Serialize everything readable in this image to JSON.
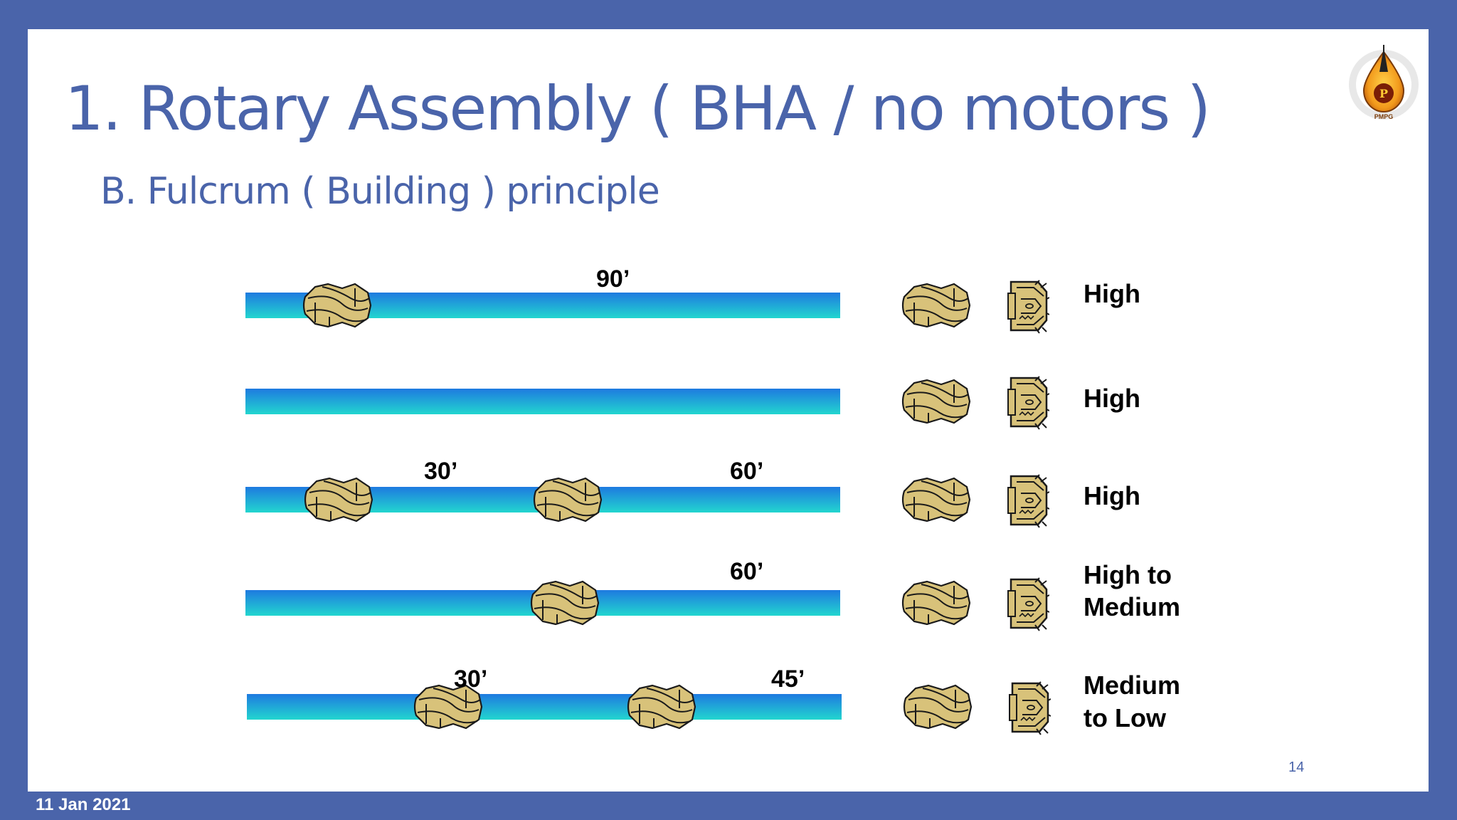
{
  "slide": {
    "title": "1. Rotary Assembly ( BHA / no motors )",
    "subtitle": "B.  Fulcrum ( Building ) principle",
    "page_number": "14",
    "footer_date": "11 Jan 2021"
  },
  "logo": {
    "icon": "oil-drop-logo-icon",
    "text": "PMPG"
  },
  "colors": {
    "background": "#4a64aa",
    "text": "#4a64aa",
    "pipe_top": "#1e7ae0",
    "pipe_bottom": "#22d6cf",
    "stabilizer": "#d8c27a",
    "outline": "#1a1a1a"
  },
  "assemblies": [
    {
      "spacing_labels": [
        "90’"
      ],
      "tendency": [
        "High"
      ]
    },
    {
      "spacing_labels": [],
      "tendency": [
        "High"
      ]
    },
    {
      "spacing_labels": [
        "30’",
        "60’"
      ],
      "tendency": [
        "High"
      ]
    },
    {
      "spacing_labels": [
        "60’"
      ],
      "tendency": [
        "High to",
        "Medium"
      ]
    },
    {
      "spacing_labels": [
        "30’",
        "45’"
      ],
      "tendency": [
        "Medium",
        "to Low"
      ]
    }
  ]
}
